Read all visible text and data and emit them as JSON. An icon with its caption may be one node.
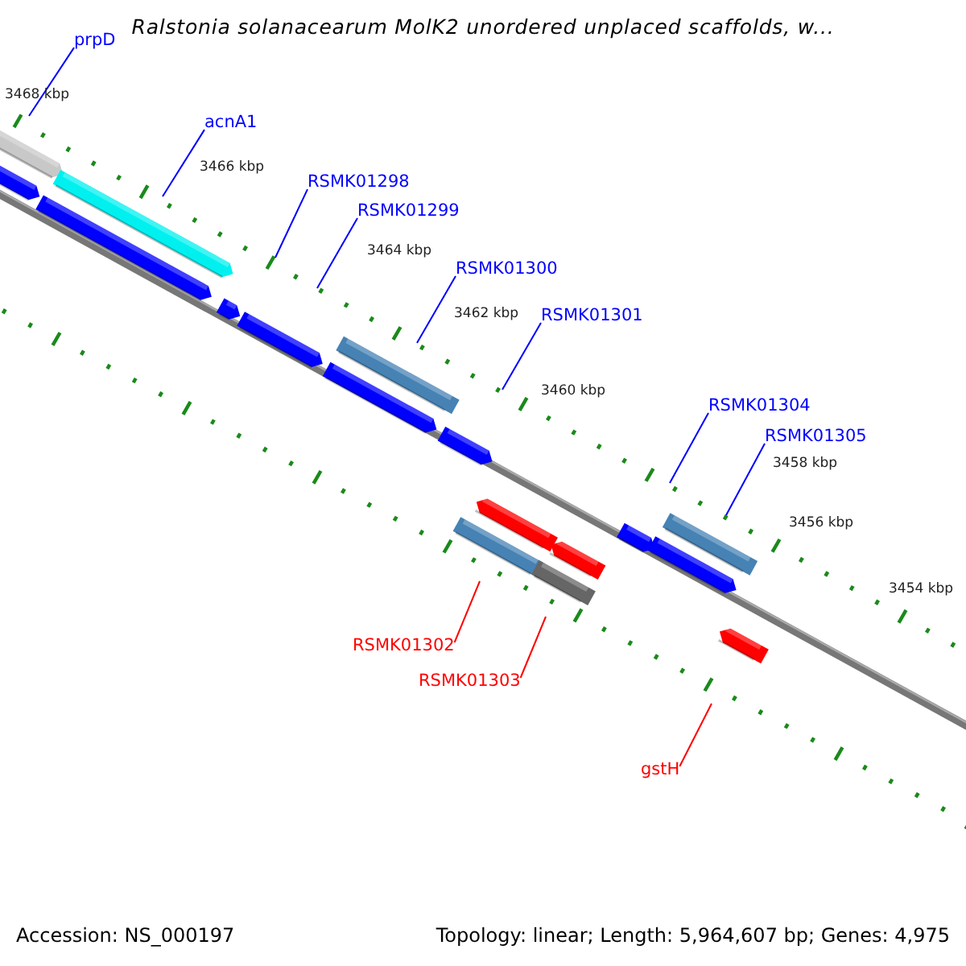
{
  "diagram": {
    "title": "Ralstonia solanacearum MolK2 unordered unplaced scaffolds, w...",
    "nodes": [
      {
        "text": [
          "prpD"
        ]
      },
      {
        "text": [
          "acnA1"
        ]
      },
      {
        "text": [
          "RSMK01298"
        ]
      },
      {
        "text": [
          "RSMK01299"
        ]
      },
      {
        "text": [
          "RSMK01300"
        ]
      },
      {
        "text": [
          "RSMK01301"
        ]
      },
      {
        "text": [
          "RSMK01304"
        ]
      },
      {
        "text": [
          "RSMK01305"
        ]
      },
      {
        "text": [
          "RSMK01302"
        ]
      },
      {
        "text": [
          "RSMK01303"
        ]
      },
      {
        "text": [
          "gstH"
        ]
      }
    ],
    "edges": [
      {
        "from": 0,
        "to": null,
        "arrow": "none"
      },
      {
        "from": 1,
        "to": null,
        "arrow": "none"
      },
      {
        "from": 2,
        "to": null,
        "arrow": "none"
      },
      {
        "from": 3,
        "to": null,
        "arrow": "none"
      },
      {
        "from": 4,
        "to": null,
        "arrow": "none"
      },
      {
        "from": 5,
        "to": null,
        "arrow": "none"
      },
      {
        "from": 6,
        "to": null,
        "arrow": "none"
      },
      {
        "from": 7,
        "to": null,
        "arrow": "none"
      },
      {
        "from": 8,
        "to": null,
        "arrow": "none",
        "color": "#ff0000"
      },
      {
        "from": 9,
        "to": null,
        "arrow": "none",
        "color": "#ff0000"
      },
      {
        "from": 10,
        "to": null,
        "arrow": "none",
        "color": "#ff0000"
      }
    ],
    "labels": [
      "3468 kbp",
      "3466 kbp",
      "3464 kbp",
      "3462 kbp",
      "3460 kbp",
      "3458 kbp",
      "3456 kbp",
      "3454 kbp",
      "Accession: NS_000197",
      "Topology: linear; Length: 5,964,607 bp; Genes: 4,975"
    ]
  }
}
